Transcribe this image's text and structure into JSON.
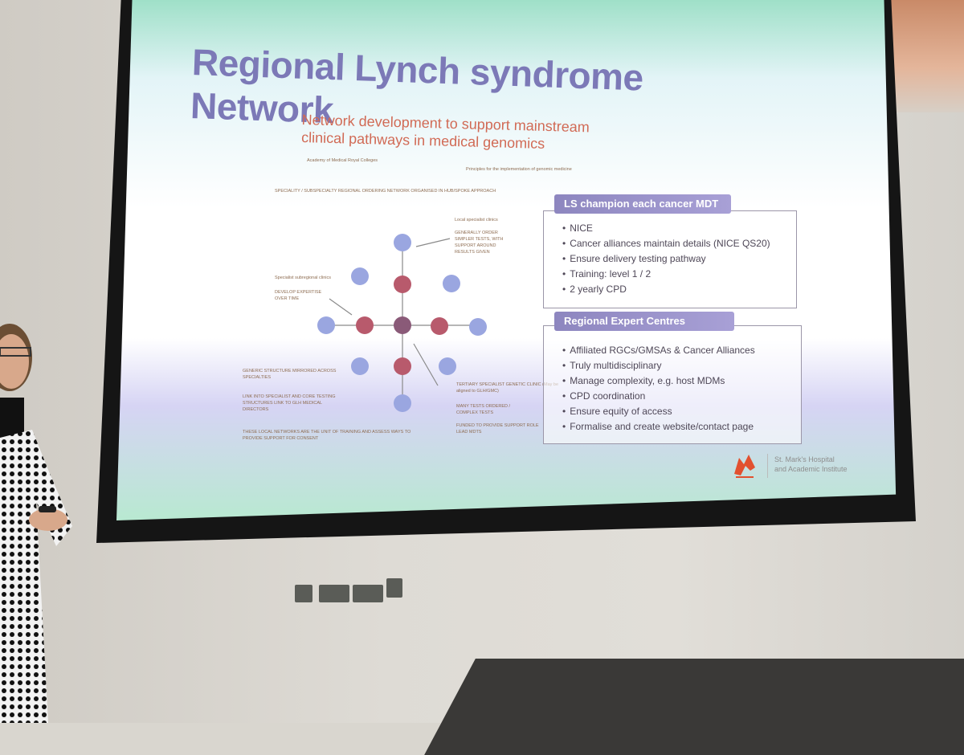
{
  "slide": {
    "title": "Regional Lynch syndrome Network",
    "subtitle_line1": "Network development to support mainstream",
    "subtitle_line2": "clinical pathways in medical genomics",
    "source_left": "Academy of Medical Royal Colleges",
    "source_right": "Principles for the implementation of genomic medicine",
    "diagram": {
      "header": "SPECIALITY / SUBSPECIALTY REGIONAL ORDERING NETWORK ORGANISED IN HUB/SPOKE APPROACH",
      "label_local": "Local specialist clinics",
      "label_local_note": "GENERALLY ORDER SIMPLER TESTS, WITH SUPPORT AROUND RESULTS GIVEN",
      "label_subregional": "Specialist subregional clinics",
      "label_subregional_note": "DEVELOP EXPERTISE OVER TIME",
      "label_generic": "GENERIC STRUCTURE MIRRORED ACROSS SPECIALTIES",
      "label_link": "LINK INTO SPECIALIST AND CORE TESTING STRUCTURES LINK TO GLH MEDICAL DIRECTORS",
      "label_units": "THESE LOCAL NETWORKS ARE THE UNIT OF TRAINING AND ASSESS WAYS TO PROVIDE SUPPORT FOR CONSENT",
      "label_tertiary": "TERTIARY SPECIALIST GENETIC CLINIC (May be aligned to GLH/GMC)",
      "label_tertiary_tests": "MANY TESTS ORDERED / COMPLEX TESTS",
      "label_tertiary_funded": "FUNDED TO PROVIDE SUPPORT ROLE LEAD MDTS",
      "colors": {
        "outer": "#9aa6e0",
        "inner": "#b85a6c",
        "hub": "#8a5a78",
        "line": "#8a8a8a"
      }
    },
    "panel1": {
      "heading": "LS champion each cancer MDT",
      "items": [
        "NICE",
        "Cancer alliances maintain details (NICE QS20)",
        "Ensure delivery testing pathway",
        "Training: level 1 / 2",
        "2 yearly CPD"
      ]
    },
    "panel2": {
      "heading": "Regional Expert Centres",
      "items": [
        "Affiliated RGCs/GMSAs & Cancer Alliances",
        "Truly multidisciplinary",
        "Manage complexity, e.g. host MDMs",
        "CPD coordination",
        "Ensure equity of access",
        "Formalise and create website/contact page"
      ]
    },
    "logo_line1": "St. Mark's Hospital",
    "logo_line2": "and Academic Institute"
  }
}
